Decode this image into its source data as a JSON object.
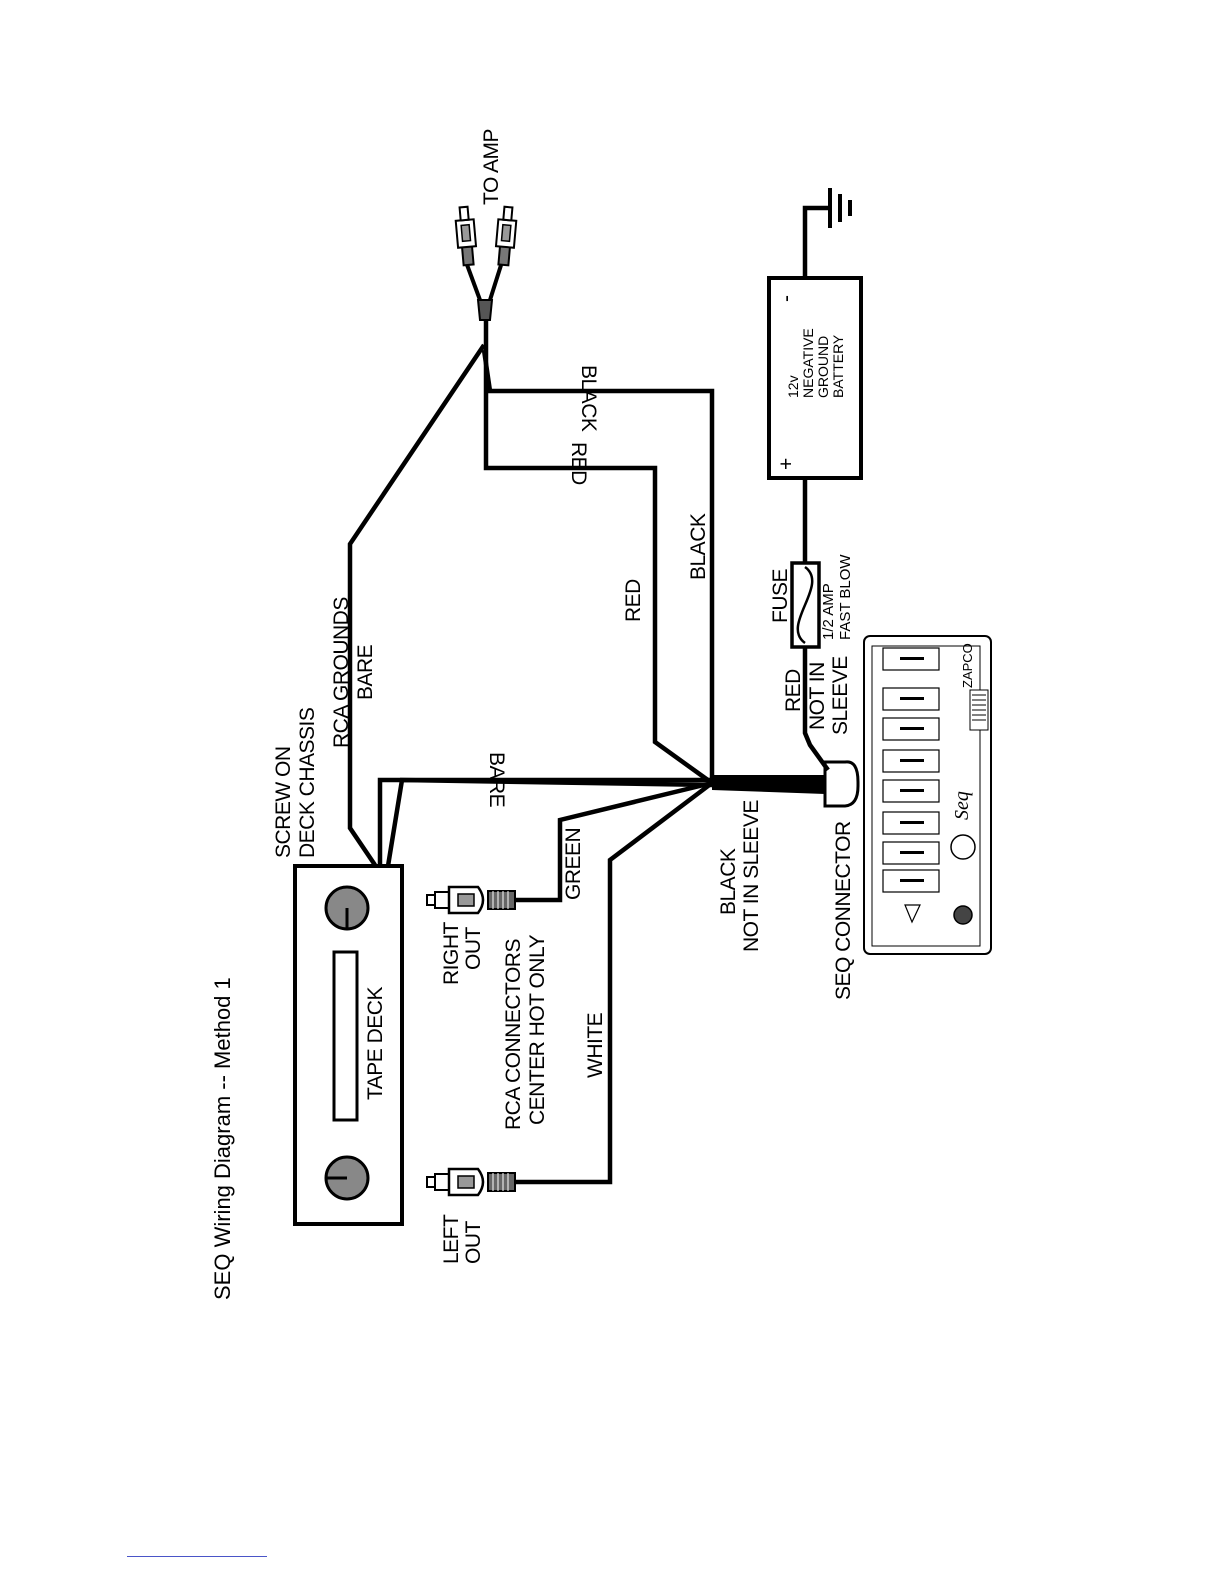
{
  "diagram": {
    "title": "SEQ Wiring Diagram -- Method 1",
    "labels": {
      "to_amp": "TO AMP",
      "black_top": "BLACK",
      "red_top": "RED",
      "red_mid": "RED",
      "black_mid": "BLACK",
      "rca_grounds": "RCA GROUNDS",
      "bare_1": "BARE",
      "bare_2": "BARE",
      "screw_on": "SCREW ON",
      "deck_chassis": "DECK CHASSIS",
      "tape_deck": "TAPE DECK",
      "green": "GREEN",
      "white": "WHITE",
      "right": "RIGHT",
      "right_out": "OUT",
      "left": "LEFT",
      "left_out": "OUT",
      "rca_connectors": "RCA CONNECTORS",
      "center_hot_only": "CENTER HOT ONLY",
      "black_bottom": "BLACK",
      "not_in_sleeve_black": "NOT IN SLEEVE",
      "seq_connector": "SEQ CONNECTOR",
      "red_bottom": "RED",
      "not_in": "NOT IN",
      "sleeve": "SLEEVE",
      "fuse": "FUSE",
      "fuse_rating": "1/2 AMP",
      "fast_blow": "FAST BLOW",
      "battery_12v": "12v",
      "battery_negative": "NEGATIVE",
      "battery_ground": "GROUND",
      "battery_battery": "BATTERY",
      "plus": "+",
      "minus": "-",
      "seq_logo": "Seq",
      "zapco": "ZAPCO"
    }
  }
}
